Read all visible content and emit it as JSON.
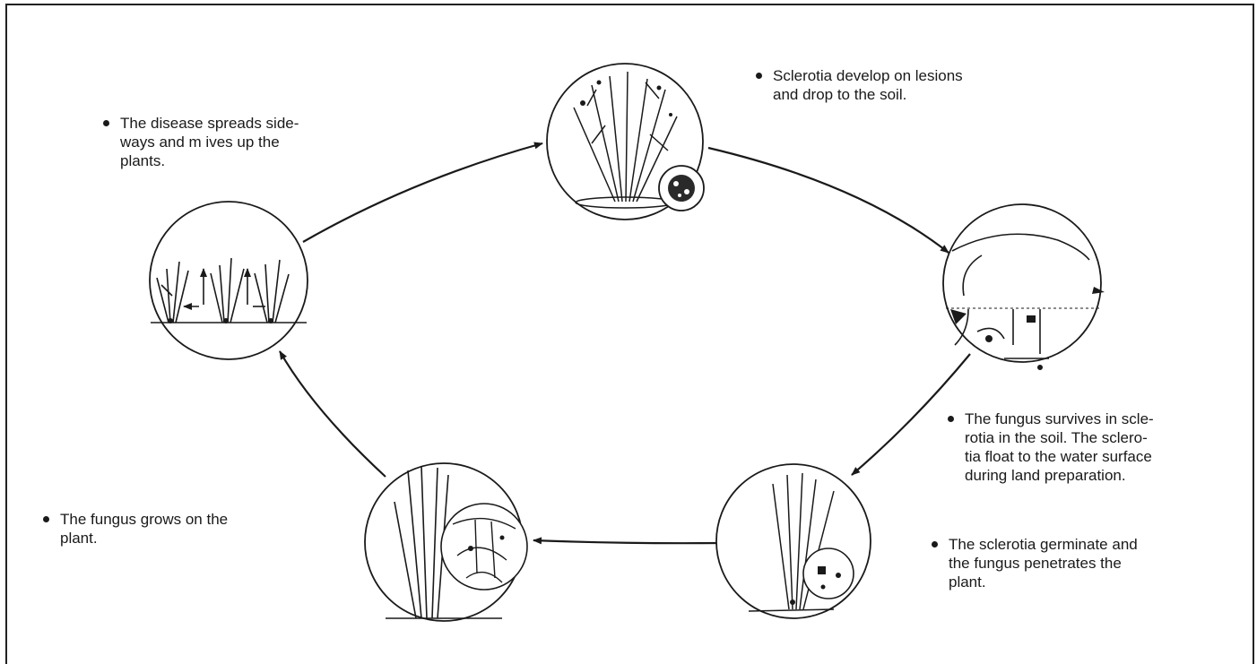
{
  "diagram": {
    "stages": [
      {
        "id": "spread",
        "icon": "rice-hills-with-arrows"
      },
      {
        "id": "sclerotia-develop",
        "icon": "rice-plant-with-sclerotium-inset"
      },
      {
        "id": "water-soil",
        "icon": "field-water-soil-section"
      },
      {
        "id": "germinate",
        "icon": "rice-stem-with-sclerotium-inset"
      },
      {
        "id": "grows",
        "icon": "rice-stem-with-mycelium-inset"
      }
    ],
    "notes": {
      "spread": "The disease spreads side-\nways and m ives up the\nplants.",
      "develop": "Sclerotia develop on lesions\nand drop to the soil.",
      "survives": "The fungus survives in scle-\nrotia in the soil. The sclero-\ntia float to the water surface\nduring land preparation.",
      "germinate": "The sclerotia germinate and\nthe fungus penetrates the\nplant.",
      "grows": "The fungus grows on the\nplant."
    },
    "colors": {
      "ink": "#1a1a1a",
      "paper": "#ffffff"
    }
  }
}
